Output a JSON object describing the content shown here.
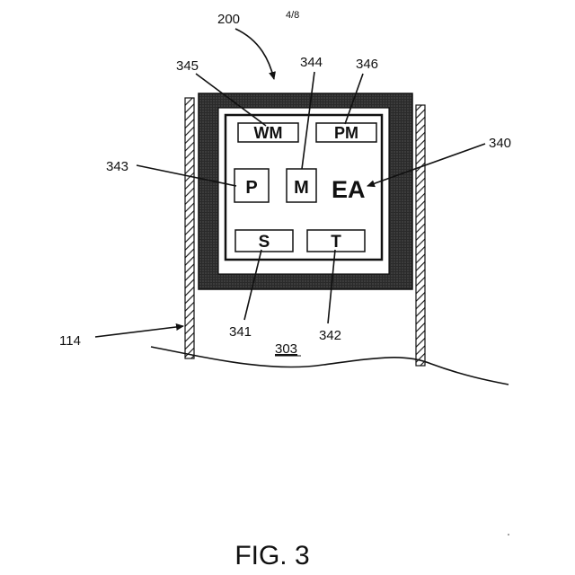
{
  "sheet_number": "4/8",
  "figure_caption": "FIG. 3",
  "reference_numerals": {
    "assembly": "200",
    "wall": "114",
    "region": "303",
    "module_s": "341",
    "module_t": "342",
    "module_p": "343",
    "module_m": "344",
    "module_wm": "345",
    "module_pm": "346",
    "electronics_assembly": "340"
  },
  "box_labels": {
    "wm": "WM",
    "pm": "PM",
    "p": "P",
    "m": "M",
    "ea": "EA",
    "s": "S",
    "t": "T"
  }
}
